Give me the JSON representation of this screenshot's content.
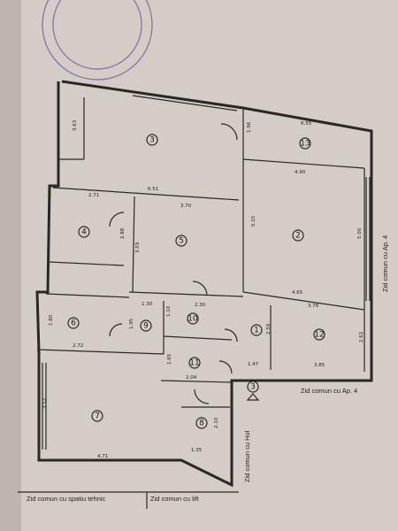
{
  "rooms": [
    {
      "id": "r3",
      "label": "3"
    },
    {
      "id": "r13",
      "label": "13"
    },
    {
      "id": "r4",
      "label": "4"
    },
    {
      "id": "r5",
      "label": "5"
    },
    {
      "id": "r2",
      "label": "2"
    },
    {
      "id": "r6",
      "label": "6"
    },
    {
      "id": "r9",
      "label": "9"
    },
    {
      "id": "r10",
      "label": "10"
    },
    {
      "id": "r1",
      "label": "1"
    },
    {
      "id": "r12",
      "label": "12"
    },
    {
      "id": "r11",
      "label": "11"
    },
    {
      "id": "r7",
      "label": "7"
    },
    {
      "id": "r8",
      "label": "8"
    },
    {
      "id": "r3b",
      "label": "3"
    }
  ],
  "dimensions": {
    "d363": "3.63",
    "d651": "6.51",
    "d196": "1.96",
    "d655": "6.55",
    "d490": "4.90",
    "d271": "2.71",
    "d370": "3.70",
    "d288": "2.88",
    "d359": "3.59",
    "d515": "5.15",
    "d500": "5.00",
    "d465": "4.65",
    "d378": "3.78",
    "d230": "2.30",
    "d130": "1.30",
    "d110": "1.10",
    "d180": "1.80",
    "d195": "1.95",
    "d272": "2.72",
    "d259": "2.59",
    "d262": "2.62",
    "d165": "1.65",
    "d147": "1.47",
    "d385": "3.85",
    "d204": "2.04",
    "d352": "3.52",
    "d210": "2.10",
    "d135": "1.35",
    "d471": "4.71"
  },
  "labels": {
    "zid_ap4_right": "Zid comun cu Ap. 4",
    "zid_ap4_bottom": "Zid comun cu Ap. 4",
    "zid_hol": "Zid comun cu Hol",
    "zid_tehnic": "Zid comun cu spatiu tehnic",
    "zid_lift": "Zid comun cu lift"
  }
}
